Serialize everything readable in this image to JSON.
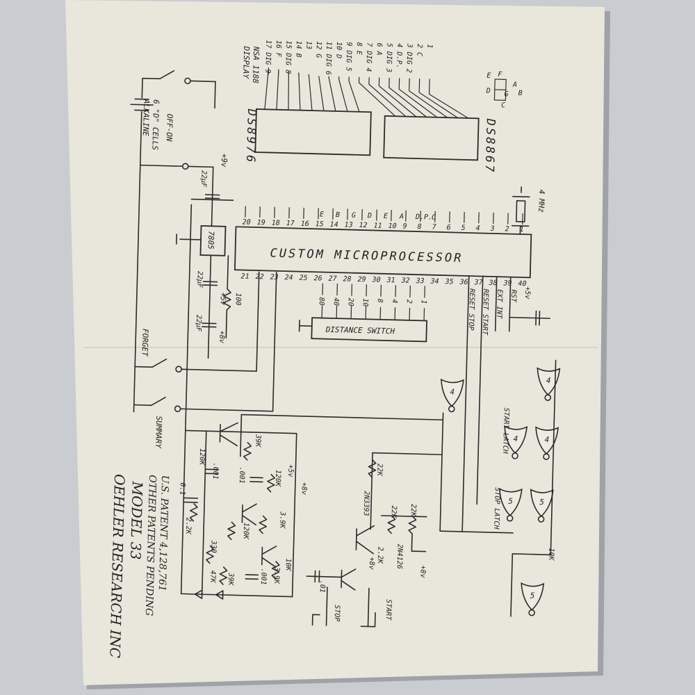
{
  "chips": {
    "display": "DISPLAY\nNSA 1188",
    "ds8976": "DS8976",
    "ds8867": "DS8867",
    "mcu": "CUSTOM  MICROPROCESSOR",
    "reg": "7805"
  },
  "labels": {
    "onoff": "OFF-ON",
    "cells": "6 \"D\" CELLS",
    "alkaline": "ALKALINE",
    "nine_v": "+9v",
    "forget": "FORGET",
    "summary": "SUMMARY",
    "crystal": "4 MHz",
    "distance": "DISTANCE SWITCH",
    "start_latch": "START LATCH",
    "stop_latch": "STOP LATCH",
    "reset_stop": "RESET STOP",
    "reset_start": "RESET START",
    "ext_int": "EXT INT",
    "rst": "RST",
    "plus5": "+5v",
    "plus8": "+8v",
    "cap22": "22µF",
    "r100": "100",
    "r39k": "39K",
    "r120k": "120K",
    "c001": ".001",
    "r3_9k": "3.9K",
    "r10k": "10K",
    "r22k": "22K",
    "r2_2k": "2.2K",
    "r330": "330",
    "r47k": "47K",
    "c01": ".01",
    "t2n3393": "2N3393",
    "t2n4126": "2N4126",
    "stop": "STOP",
    "start": "START",
    "c0_1": "0.1"
  },
  "display_pins": [
    "17 DIG 9",
    "16 F",
    "15 DIG 8",
    "14 B",
    "13",
    "12 G",
    "11 DIG 6",
    "10 D",
    "9 DIG 5",
    "8 E",
    "7 DIG 4",
    "6 A",
    "5 DIG 3",
    "4 D.P.",
    "3 DIG 2",
    "2 C",
    "1"
  ],
  "mcu_top_pins": [
    "20",
    "19",
    "18",
    "17",
    "16",
    "15",
    "14",
    "13",
    "12",
    "11",
    "10",
    "9",
    "8",
    "7",
    "6",
    "5",
    "4",
    "3",
    "2",
    "1"
  ],
  "mcu_bottom_pins": [
    "21",
    "22",
    "23",
    "24",
    "25",
    "26",
    "27",
    "28",
    "29",
    "30",
    "31",
    "32",
    "33",
    "34",
    "35",
    "36",
    "37",
    "38",
    "39",
    "40"
  ],
  "segment_letters": [
    "E",
    "B",
    "G",
    "D",
    "E",
    "A",
    "D.P.",
    "C"
  ],
  "distance_values": [
    "80",
    "40",
    "20",
    "10",
    "8",
    "4",
    "2",
    "1"
  ],
  "footer": {
    "patent": "U.S. PATENT 4,128,761",
    "pending": "OTHER PATENTS PENDING",
    "model": "MODEL 33",
    "company": "OEHLER RESEARCH INC"
  },
  "gate_number_4": "4",
  "gate_number_5": "5"
}
